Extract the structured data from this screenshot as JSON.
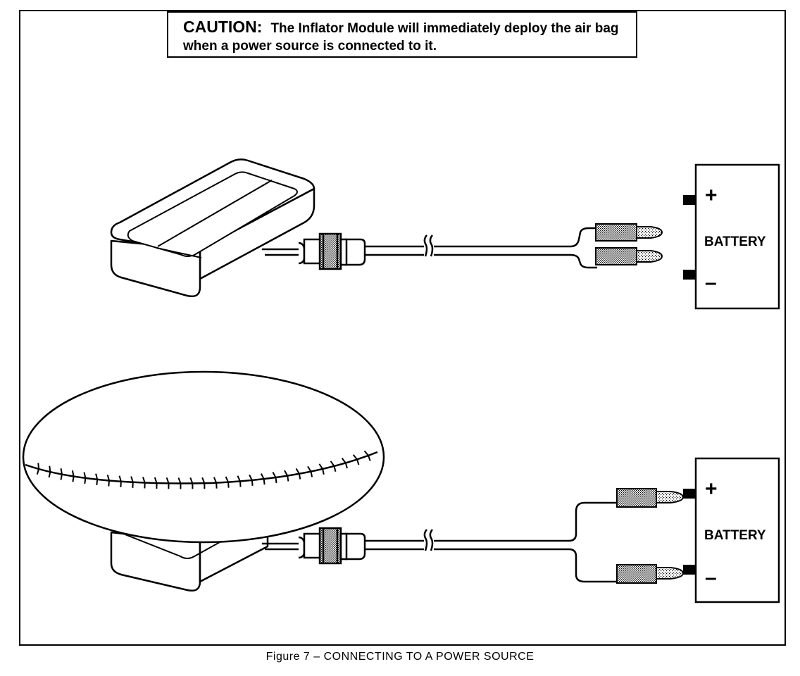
{
  "caution": {
    "lead": "CAUTION:",
    "text": "The Inflator Module will immediately deploy the air bag when a power source is connected to it."
  },
  "battery_top": {
    "label": "BATTERY",
    "plus": "+",
    "minus": "–"
  },
  "battery_bottom": {
    "label": "BATTERY",
    "plus": "+",
    "minus": "–"
  },
  "caption": "Figure  7 –  CONNECTING TO A POWER SOURCE"
}
